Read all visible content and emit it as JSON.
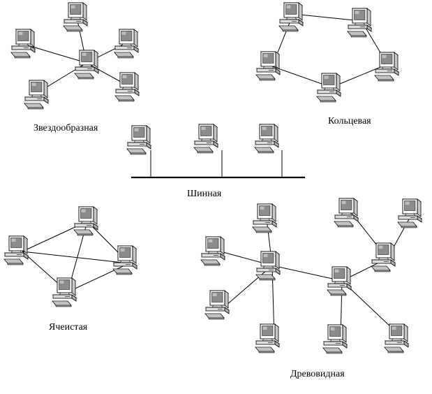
{
  "topologies": {
    "star": {
      "label": "Звездообразная"
    },
    "ring": {
      "label": "Кольцевая"
    },
    "bus": {
      "label": "Шинная"
    },
    "mesh": {
      "label": "Ячеистая"
    },
    "tree": {
      "label": "Древовидная"
    }
  },
  "icons": {
    "computer": "computer-icon"
  }
}
